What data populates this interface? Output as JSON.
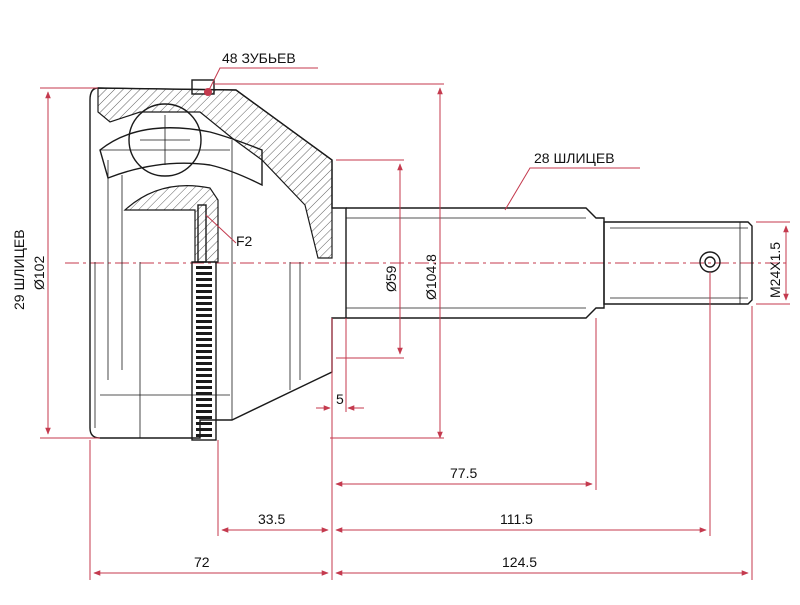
{
  "labels": {
    "teeth": "48 ЗУБЬЕВ",
    "outer_splines": "28 ШЛИЦЕВ",
    "inner_splines": "29 ШЛИЦЕВ",
    "dia_inner": "Ø102",
    "dia_59": "Ø59",
    "dia_1048": "Ø104.8",
    "thread": "M24X1.5",
    "f2": "F2"
  },
  "dimensions": {
    "d5": "5",
    "d775": "77.5",
    "d335": "33.5",
    "d1115": "111.5",
    "d72": "72",
    "d1245": "124.5"
  },
  "colors": {
    "outline": "#1a1a1a",
    "dimension": "#c43a4e"
  }
}
